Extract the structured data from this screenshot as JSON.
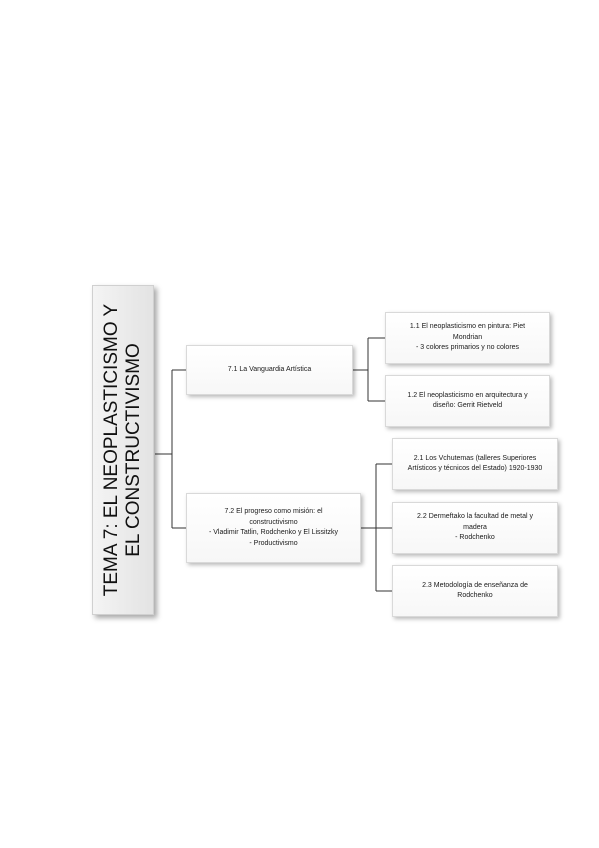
{
  "title": {
    "line1": "TEMA 7: EL NEOPLASTICISMO Y",
    "line2": "EL CONSTRUCTIVISMO"
  },
  "level1": [
    {
      "lines": [
        "7.1 La Vanguardia Artística"
      ]
    },
    {
      "lines": [
        "7.2 El progreso como misión: el",
        "constructivismo",
        "- Vladimir Tatlin, Rodchenko y El Lissitzky",
        "- Productivismo"
      ]
    }
  ],
  "level2": [
    {
      "lines": [
        "1.1 El neoplasticismo en pintura: Piet",
        "Mondrian",
        "- 3 colores primarios y no colores"
      ]
    },
    {
      "lines": [
        "1.2 El neoplasticismo en arquitectura y",
        "diseño: Gerrit Rietveld"
      ]
    },
    {
      "lines": [
        "2.1 Los Vchutemas (talleres Superiores",
        "Artísticos y técnicos del Estado) 1920-1930"
      ]
    },
    {
      "lines": [
        "2.2 Dermeftako la facultad de metal y",
        "madera",
        "- Rodchenko"
      ]
    },
    {
      "lines": [
        "2.3 Metodología de enseñanza de",
        "Rodchenko"
      ]
    }
  ]
}
